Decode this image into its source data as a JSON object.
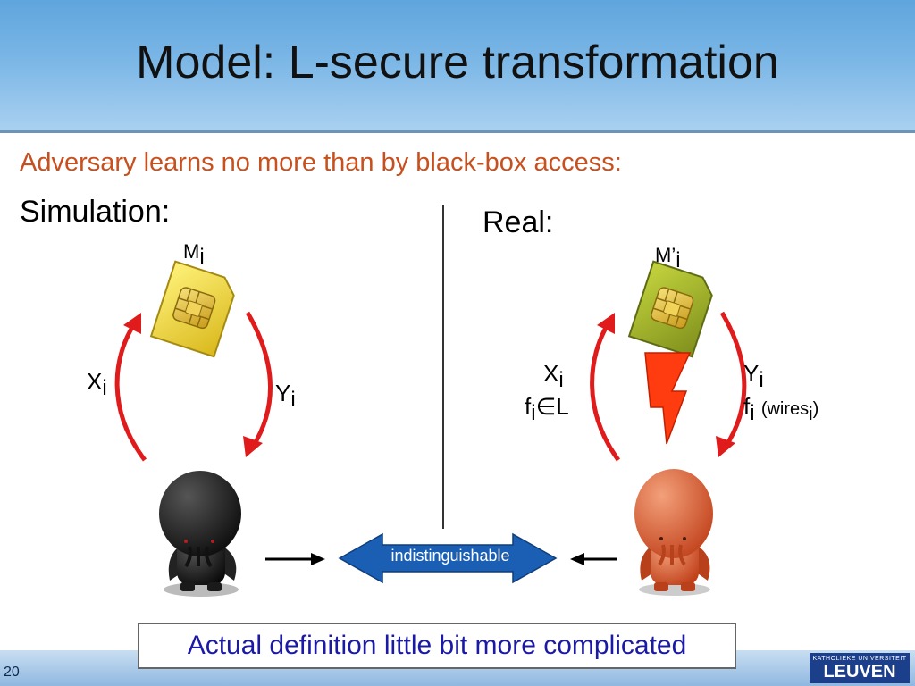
{
  "slide": {
    "title": "Model: L-secure transformation",
    "subtitle": "Adversary learns no more than by black-box access:",
    "simulation": {
      "heading": "Simulation:",
      "module": {
        "base": "M",
        "sub": "i"
      },
      "input": {
        "base": "X",
        "sub": "i"
      },
      "output": {
        "base": "Y",
        "sub": "i"
      }
    },
    "real": {
      "heading": "Real:",
      "module": {
        "base": "M’",
        "sub": "i"
      },
      "input": {
        "base": "X",
        "sub": "i"
      },
      "input_func": {
        "base": "f",
        "sub": "i",
        "rest": "∈L"
      },
      "output": {
        "base": "Y",
        "sub": "i"
      },
      "output_func": {
        "base": "f",
        "sub": "i",
        "pre": "(wires",
        "sub2": "i",
        "post": ")"
      }
    },
    "compare_label": "indistinguishable",
    "note": "Actual definition little bit more complicated",
    "page_number": "20",
    "logo": {
      "top": "KATHOLIEKE UNIVERSITEIT",
      "main": "LEUVEN"
    }
  },
  "colors": {
    "header": "#6fb0e3",
    "subtitle": "#c8501e",
    "arrow_red": "#e01b1b",
    "double_arrow": "#1a5fb4",
    "note_text": "#1a1aa6",
    "chip_yellow": "#e9d43a",
    "chip_green": "#a3b52e",
    "adversary_sim": "#151515",
    "adversary_real": "#d9562a",
    "lightning": "#ff3b10"
  },
  "icons": [
    "sim-card-icon",
    "lightning-icon",
    "adversary-figure-icon"
  ]
}
